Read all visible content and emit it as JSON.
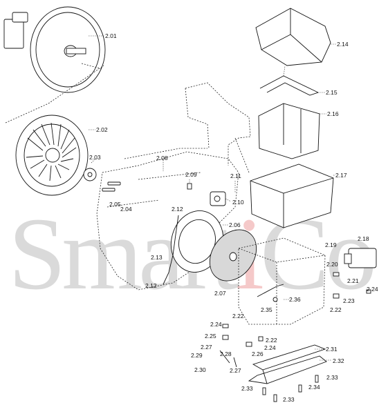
{
  "watermark": {
    "text_left": "Smart",
    "text_accent": "i",
    "text_right": "Co",
    "accent_color": "#e05a5a",
    "gray_color": "#bdbdbd"
  },
  "parts": [
    {
      "id": "p201",
      "label": "2.01"
    },
    {
      "id": "p202",
      "label": "2.02"
    },
    {
      "id": "p203",
      "label": "2.03"
    },
    {
      "id": "p204",
      "label": "2.04"
    },
    {
      "id": "p205",
      "label": "2.05"
    },
    {
      "id": "p206",
      "label": "2.06"
    },
    {
      "id": "p207",
      "label": "2.07"
    },
    {
      "id": "p208",
      "label": "2.08"
    },
    {
      "id": "p209",
      "label": "2.09"
    },
    {
      "id": "p210",
      "label": "2.10"
    },
    {
      "id": "p211",
      "label": "2.11"
    },
    {
      "id": "p212a",
      "label": "2.12"
    },
    {
      "id": "p212b",
      "label": "2.12"
    },
    {
      "id": "p213",
      "label": "2.13"
    },
    {
      "id": "p214",
      "label": "2.14"
    },
    {
      "id": "p215",
      "label": "2.15"
    },
    {
      "id": "p216",
      "label": "2.16"
    },
    {
      "id": "p217",
      "label": "2.17"
    },
    {
      "id": "p218",
      "label": "2.18"
    },
    {
      "id": "p219",
      "label": "2.19"
    },
    {
      "id": "p220",
      "label": "2.20"
    },
    {
      "id": "p221",
      "label": "2.21"
    },
    {
      "id": "p222a",
      "label": "2.22"
    },
    {
      "id": "p222b",
      "label": "2.22"
    },
    {
      "id": "p222c",
      "label": "2.22"
    },
    {
      "id": "p223",
      "label": "2.23"
    },
    {
      "id": "p224a",
      "label": "2.24"
    },
    {
      "id": "p224b",
      "label": "2.24"
    },
    {
      "id": "p224c",
      "label": "2.24"
    },
    {
      "id": "p225",
      "label": "2.25"
    },
    {
      "id": "p226",
      "label": "2.26"
    },
    {
      "id": "p227a",
      "label": "2.27"
    },
    {
      "id": "p227b",
      "label": "2.27"
    },
    {
      "id": "p228",
      "label": "2.28"
    },
    {
      "id": "p229",
      "label": "2.29"
    },
    {
      "id": "p230",
      "label": "2.30"
    },
    {
      "id": "p231",
      "label": "2.31"
    },
    {
      "id": "p232",
      "label": "2.32"
    },
    {
      "id": "p233a",
      "label": "2.33"
    },
    {
      "id": "p233b",
      "label": "2.33"
    },
    {
      "id": "p233c",
      "label": "2.33"
    },
    {
      "id": "p234",
      "label": "2.34"
    },
    {
      "id": "p235",
      "label": "2.35"
    },
    {
      "id": "p236",
      "label": "2.36"
    }
  ]
}
